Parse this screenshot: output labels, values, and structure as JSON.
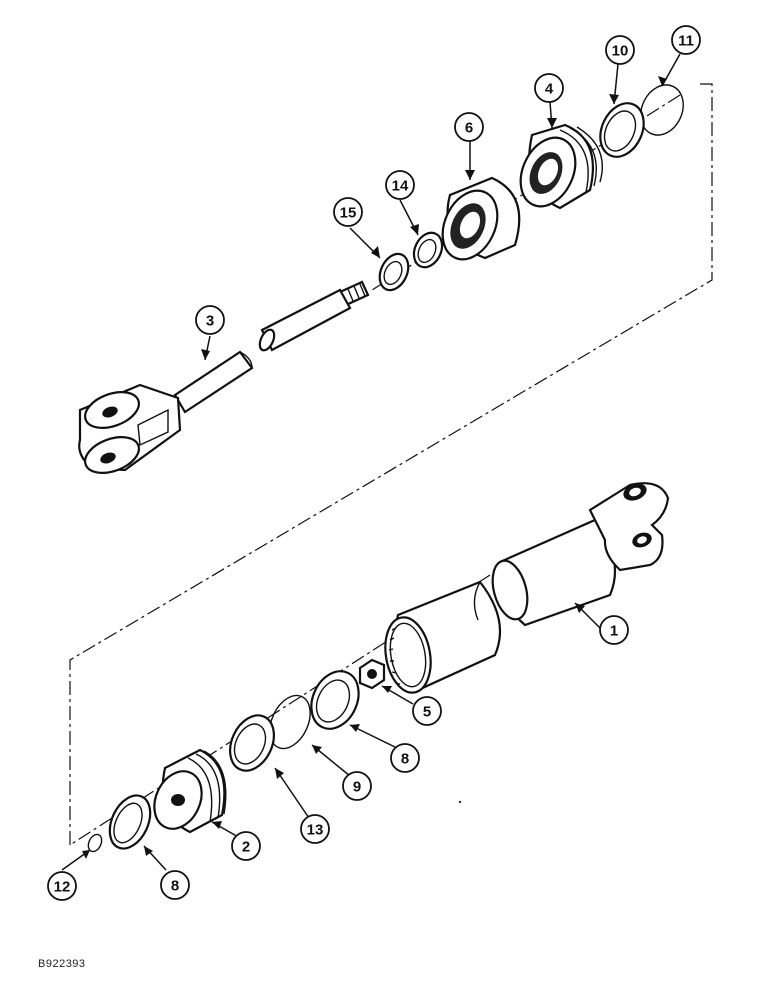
{
  "figure": {
    "id_text": "B922393"
  },
  "callouts": [
    {
      "key": "c11",
      "label": "11"
    },
    {
      "key": "c10",
      "label": "10"
    },
    {
      "key": "c4",
      "label": "4"
    },
    {
      "key": "c6",
      "label": "6"
    },
    {
      "key": "c14",
      "label": "14"
    },
    {
      "key": "c15",
      "label": "15"
    },
    {
      "key": "c3",
      "label": "3"
    },
    {
      "key": "c1",
      "label": "1"
    },
    {
      "key": "c5",
      "label": "5"
    },
    {
      "key": "c8a",
      "label": "8"
    },
    {
      "key": "c9",
      "label": "9"
    },
    {
      "key": "c13",
      "label": "13"
    },
    {
      "key": "c2",
      "label": "2"
    },
    {
      "key": "c12",
      "label": "12"
    },
    {
      "key": "c8b",
      "label": "8"
    }
  ]
}
